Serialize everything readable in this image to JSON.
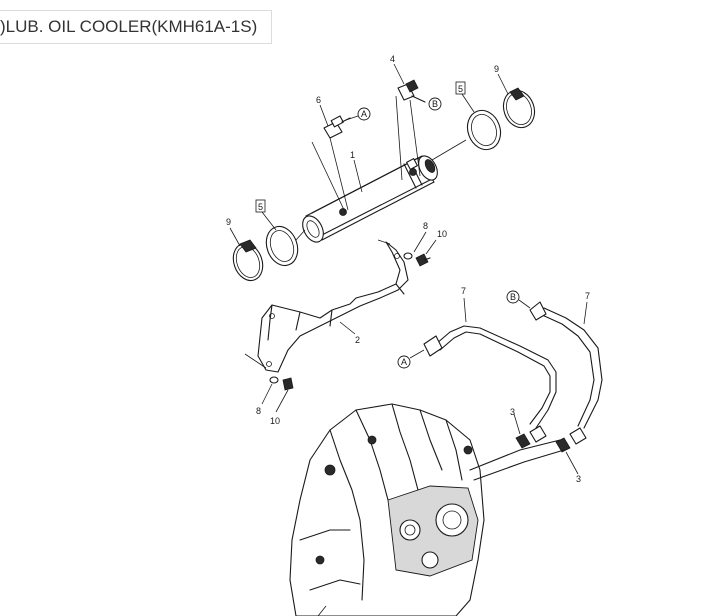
{
  "title": ")LUB. OIL COOLER(KMH61A-1S)",
  "callouts": {
    "c1": "1",
    "c2": "2",
    "c3a": "3",
    "c3b": "3",
    "c4": "4",
    "c5a": "5",
    "c5b": "5",
    "c6": "6",
    "c7a": "7",
    "c7b": "7",
    "c8a": "8",
    "c8b": "8",
    "c9a": "9",
    "c9b": "9",
    "c10a": "10",
    "c10b": "10"
  },
  "connectors": {
    "a_top": "A",
    "b_top": "B",
    "a_bottom": "A",
    "b_bottom": "B"
  }
}
